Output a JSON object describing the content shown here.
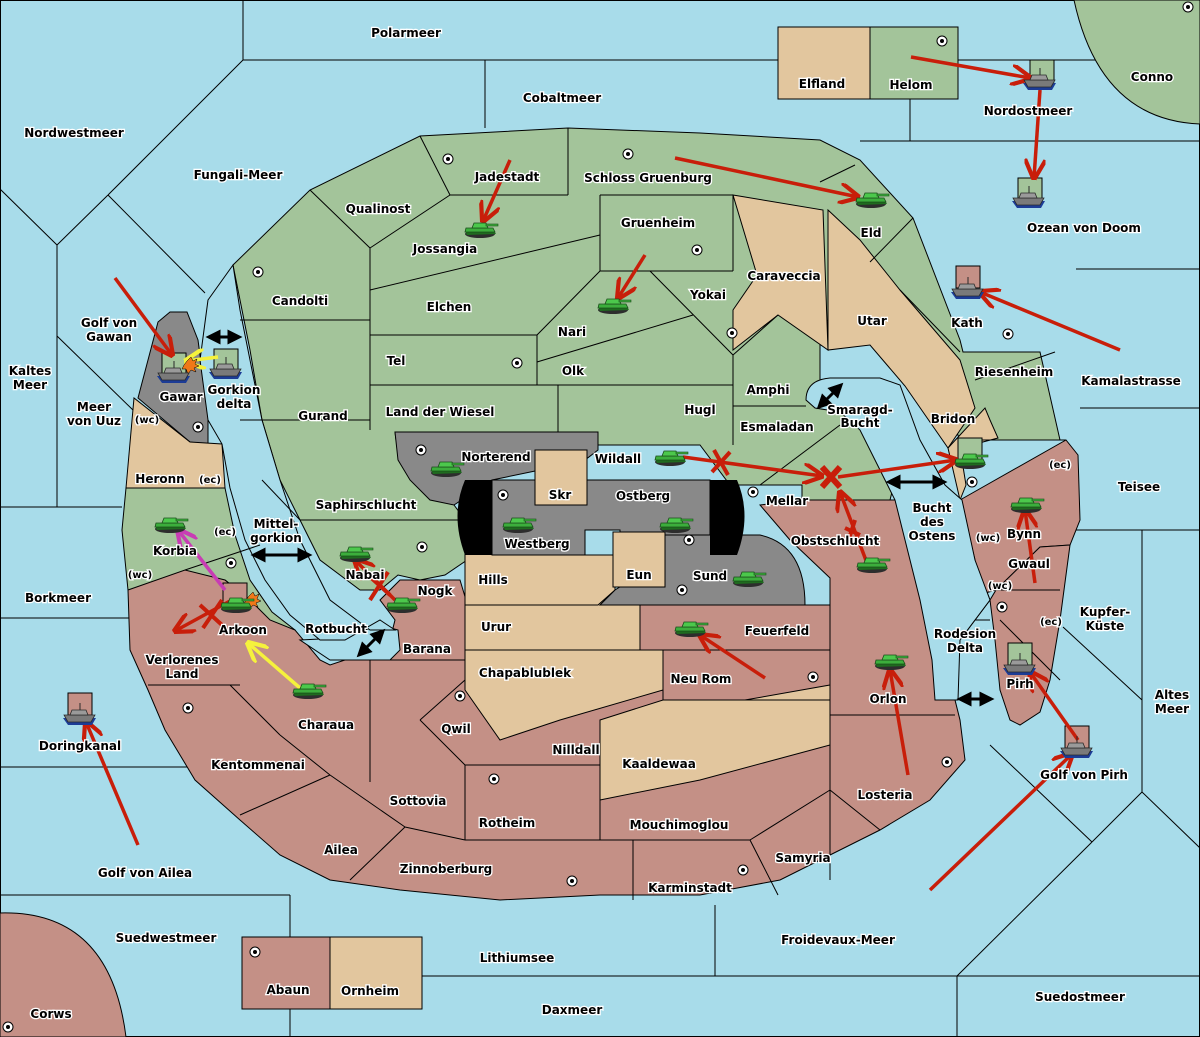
{
  "title": "Diplomacy map",
  "colors": {
    "sea": "#a8dcea",
    "power_green": "#a3c49a",
    "power_red": "#c49086",
    "neutral_tan": "#e2c69e",
    "impassable_grey": "#898989",
    "order_arrow": "#c81e0a",
    "support_arrow_yellow": "#f5f23c",
    "convoy_arrow_magenta": "#c83cb4"
  },
  "seas": [
    {
      "name": "Polarmeer"
    },
    {
      "name": "Cobaltmeer"
    },
    {
      "name": "Nordwestmeer"
    },
    {
      "name": "Fungali-Meer"
    },
    {
      "name": "Nordostmeer"
    },
    {
      "name": "Ozean von Doom"
    },
    {
      "name": "Golf von Gawan"
    },
    {
      "name": "Kaltes Meer"
    },
    {
      "name": "Meer von Uuz"
    },
    {
      "name": "Gorkion delta"
    },
    {
      "name": "Mittel-gorkion"
    },
    {
      "name": "Borkmeer"
    },
    {
      "name": "Rotbucht"
    },
    {
      "name": "Doringkanal"
    },
    {
      "name": "Golf von Ailea"
    },
    {
      "name": "Suedwestmeer"
    },
    {
      "name": "Lithiumsee"
    },
    {
      "name": "Daxmeer"
    },
    {
      "name": "Froidevaux-Meer"
    },
    {
      "name": "Suedostmeer"
    },
    {
      "name": "Golf von Pirh"
    },
    {
      "name": "Altes Meer"
    },
    {
      "name": "Kupfer-Küste"
    },
    {
      "name": "Teisee"
    },
    {
      "name": "Kamalastrasse"
    },
    {
      "name": "Smaragd-Bucht"
    },
    {
      "name": "Bucht des Ostens"
    },
    {
      "name": "Rodesion Delta"
    }
  ],
  "labels": {
    "polarmeer": "Polarmeer",
    "cobaltmeer": "Cobaltmeer",
    "nordwestmeer": "Nordwestmeer",
    "fungali": "Fungali-Meer",
    "nordostmeer": "Nordostmeer",
    "ozean": "Ozean von Doom",
    "golf_gawan_1": "Golf von",
    "golf_gawan_2": "Gawan",
    "kaltes_1": "Kaltes",
    "kaltes_2": "Meer",
    "uuz_1": "Meer",
    "uuz_2": "von Uuz",
    "gorkion_1": "Gorkion",
    "gorkion_2": "delta",
    "mittel_1": "Mittel-",
    "mittel_2": "gorkion",
    "borkmeer": "Borkmeer",
    "rotbucht": "Rotbucht",
    "doringkanal": "Doringkanal",
    "golf_ailea": "Golf von Ailea",
    "suedwestmeer": "Suedwestmeer",
    "lithiumsee": "Lithiumsee",
    "daxmeer": "Daxmeer",
    "froidevaux": "Froidevaux-Meer",
    "suedostmeer": "Suedostmeer",
    "golf_pirh": "Golf von Pirh",
    "altes_1": "Altes",
    "altes_2": "Meer",
    "kupfer_1": "Kupfer-",
    "kupfer_2": "Küste",
    "teisee": "Teisee",
    "kamala": "Kamalastrasse",
    "smaragd_1": "Smaragd-",
    "smaragd_2": "Bucht",
    "bucht_1": "Bucht",
    "bucht_2": "des",
    "bucht_3": "Ostens",
    "rodesion_1": "Rodesion",
    "rodesion_2": "Delta",
    "elfland": "Elfland",
    "helom": "Helom",
    "conno": "Conno",
    "corws": "Corws",
    "abaun": "Abaun",
    "ornheim": "Ornheim",
    "qualinost": "Qualinost",
    "jadestadt": "Jadestadt",
    "schloss": "Schloss Gruenburg",
    "jossangia": "Jossangia",
    "gruenheim": "Gruenheim",
    "caravecciа": "Caraveccia",
    "eld": "Eld",
    "candolti": "Candolti",
    "elchen": "Elchen",
    "nari": "Nari",
    "yokai": "Yokai",
    "utar": "Utar",
    "kath": "Kath",
    "tel": "Tel",
    "olk": "Olk",
    "amphi": "Amphi",
    "riesenheim": "Riesenheim",
    "gurand": "Gurand",
    "land_wiesel": "Land der Wiesel",
    "hugl": "Hugl",
    "bridon": "Bridon",
    "esmaladan": "Esmaladan",
    "gawar": "Gawar",
    "heronn": "Heronn",
    "norterend": "Norterend",
    "wildall": "Wildall",
    "skr": "Skr",
    "ostberg": "Ostberg",
    "mellar": "Mellar",
    "saphir": "Saphirschlucht",
    "westberg": "Westberg",
    "obst": "Obstschlucht",
    "korbia": "Korbia",
    "nabai": "Nabai",
    "nogk": "Nogk",
    "hills": "Hills",
    "eun": "Eun",
    "sund": "Sund",
    "bynn": "Bynn",
    "gwaul": "Gwaul",
    "arkoon": "Arkoon",
    "verlorenes_1": "Verlorenes",
    "verlorenes_2": "Land",
    "barana": "Barana",
    "urur": "Urur",
    "feuerfeld": "Feuerfeld",
    "chapa": "Chapablublek",
    "neu_rom": "Neu Rom",
    "orlon": "Orlon",
    "pirh": "Pirh",
    "charaua": "Charaua",
    "qwil": "Qwil",
    "nilldall": "Nilldall",
    "kaaldewaa": "Kaaldewaa",
    "kentommenai": "Kentommenai",
    "sottovia": "Sottovia",
    "rotheim": "Rotheim",
    "losteria": "Losteria",
    "ailea": "Ailea",
    "mouchimoglou": "Mouchimoglou",
    "samyria": "Samyria",
    "zinnoberburg": "Zinnoberburg",
    "karminstadt": "Karminstadt",
    "wc": "(wc)",
    "ec": "(ec)"
  },
  "units": [
    {
      "type": "army",
      "location": "Jossangia",
      "owner": "green"
    },
    {
      "type": "army",
      "location": "Nari",
      "owner": "green"
    },
    {
      "type": "army",
      "location": "Eld",
      "owner": "green"
    },
    {
      "type": "army",
      "location": "Norterend",
      "owner": "green"
    },
    {
      "type": "army",
      "location": "Wildall",
      "owner": "green"
    },
    {
      "type": "army",
      "location": "Westberg",
      "owner": "green"
    },
    {
      "type": "army",
      "location": "Ostberg",
      "owner": "green"
    },
    {
      "type": "army",
      "location": "Sund",
      "owner": "green"
    },
    {
      "type": "army",
      "location": "Bridon",
      "owner": "green"
    },
    {
      "type": "army",
      "location": "Obstschlucht",
      "owner": "green"
    },
    {
      "type": "army",
      "location": "Bynn",
      "owner": "green"
    },
    {
      "type": "army",
      "location": "Korbia",
      "owner": "green"
    },
    {
      "type": "army",
      "location": "Arkoon",
      "owner": "green",
      "dislodged": true
    },
    {
      "type": "army",
      "location": "Nabai",
      "owner": "green"
    },
    {
      "type": "army",
      "location": "Nogk",
      "owner": "green"
    },
    {
      "type": "army",
      "location": "Charaua",
      "owner": "green"
    },
    {
      "type": "army",
      "location": "Feuerfeld",
      "owner": "green"
    },
    {
      "type": "army",
      "location": "Orlon",
      "owner": "green"
    },
    {
      "type": "fleet",
      "location": "Nordostmeer",
      "owner": "green"
    },
    {
      "type": "fleet",
      "location": "Ozean von Doom",
      "owner": "green"
    },
    {
      "type": "fleet",
      "location": "Kath",
      "owner": "red"
    },
    {
      "type": "fleet",
      "location": "Gawar",
      "owner": "green",
      "dislodged": true
    },
    {
      "type": "fleet",
      "location": "Gorkion delta",
      "owner": "green"
    },
    {
      "type": "fleet",
      "location": "Doringkanal",
      "owner": "red"
    },
    {
      "type": "fleet",
      "location": "Pirh",
      "owner": "green"
    },
    {
      "type": "fleet",
      "location": "Golf von Pirh",
      "owner": "red"
    }
  ]
}
